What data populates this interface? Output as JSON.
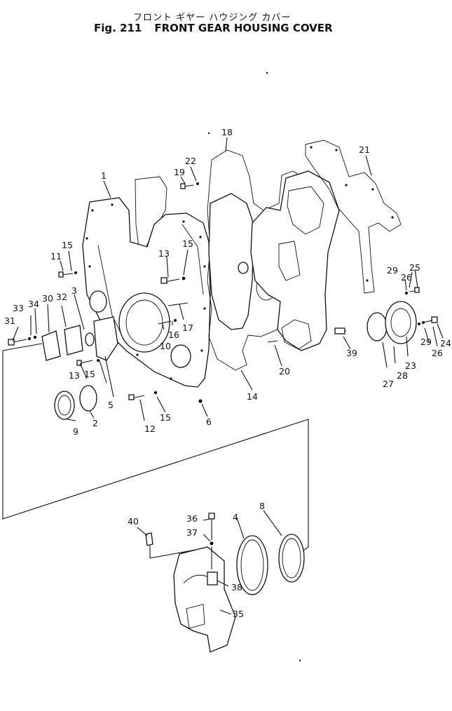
{
  "figure": {
    "title_jp": "フロント ギヤー ハウジング カバー",
    "number_label": "Fig. 211",
    "title_en": "FRONT GEAR HOUSING COVER"
  },
  "callouts": [
    "1",
    "2",
    "3",
    "4",
    "5",
    "6",
    "8",
    "9",
    "10",
    "11",
    "12",
    "13",
    "13",
    "14",
    "15",
    "15",
    "15",
    "15",
    "16",
    "17",
    "18",
    "19",
    "20",
    "21",
    "22",
    "23",
    "24",
    "25",
    "26",
    "26",
    "27",
    "28",
    "29",
    "29",
    "30",
    "31",
    "32",
    "33",
    "34",
    "35",
    "36",
    "37",
    "38",
    "39",
    "40"
  ]
}
